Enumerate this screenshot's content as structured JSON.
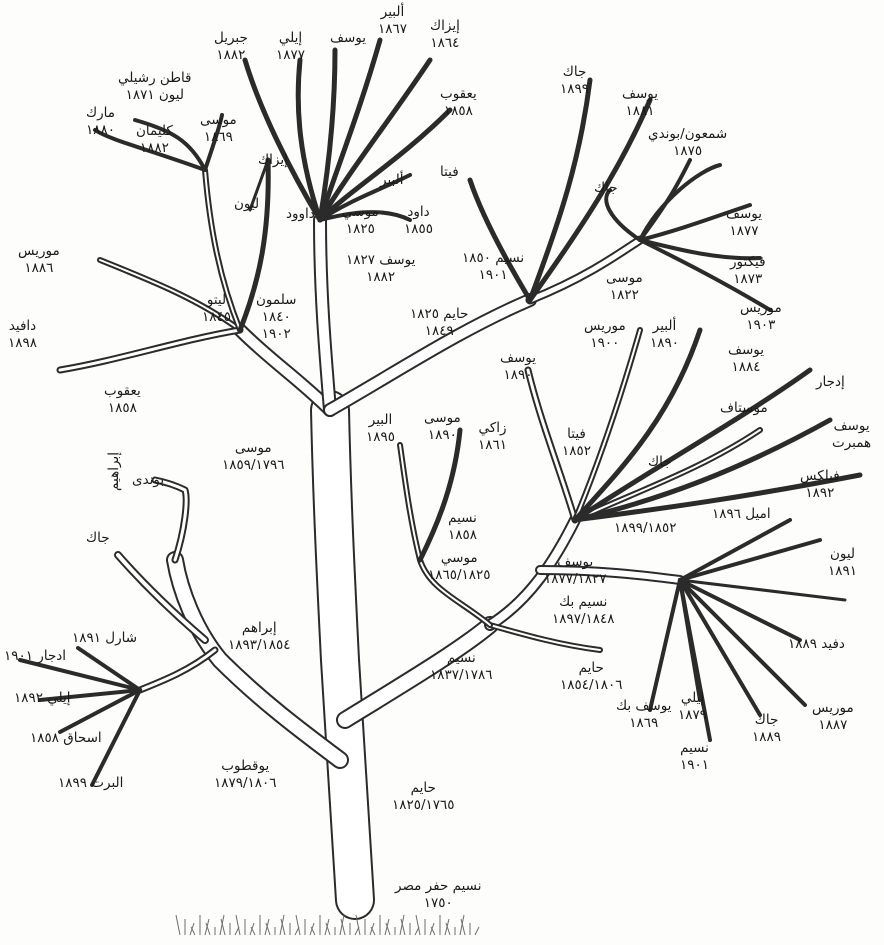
{
  "colors": {
    "ink": "#2b2b2b",
    "paper": "#fdfdfb",
    "ground": "#6d6d6d"
  },
  "people": {
    "root": {
      "name": "نسيم حفر مصر",
      "years": "١٧٥٠"
    },
    "hayim_trunk": {
      "name": "حايم",
      "years": "١٨٢٥/١٧٦٥"
    },
    "yoqtob": {
      "name": "يوقطوب",
      "years": "١٨٧٩/١٨٠٦"
    },
    "naseem_1837": {
      "name": "نسيم",
      "years": "١٨٣٧/١٧٨٦"
    },
    "hayim_1854": {
      "name": "حايم",
      "years": "١٨٥٤/١٨٠٦"
    },
    "ibrahim_1893": {
      "name": "إبراهم",
      "years": "١٨٩٣/١٨٥٤"
    },
    "shareel": {
      "name": "شارل ١٨٩١"
    },
    "edgar_1901": {
      "name": "ادجار ١٩٠١"
    },
    "ely_1892": {
      "name": "إيلي ١٨٩٢"
    },
    "ishaq_1858": {
      "name": "اسحاق ١٨٥٨"
    },
    "albert_1899": {
      "name": "البرت ١٨٩٩"
    },
    "jack_left": {
      "name": "جاك"
    },
    "bondi": {
      "name": "بوندى"
    },
    "ibrahim_rot": {
      "name": "إبراهيم"
    },
    "moussa_main": {
      "name": "موسى",
      "years": "١٨٥٩/١٧٩٦"
    },
    "yaqoub_1858": {
      "name": "يعقوب",
      "years": "١٨٥٨"
    },
    "david_1898": {
      "name": "دافيد",
      "years": "١٨٩٨"
    },
    "maurice_1886": {
      "name": "موريس",
      "years": "١٨٨٦"
    },
    "lito": {
      "name": "ليتو",
      "years": "١٨٤٥"
    },
    "salmon": {
      "name": "سلمون",
      "years": "١٨٤٠",
      "years2": "١٩٠٢"
    },
    "leon_up": {
      "name": "ليون"
    },
    "isaac_up": {
      "name": "إيزاك"
    },
    "marc": {
      "name": "مارك",
      "years": "١٨٨٠"
    },
    "clement": {
      "name": "كليمان",
      "years": "١٨٨٢"
    },
    "qatan": {
      "name": "قاطن رشيلي",
      "years": "ليون ١٨٧١"
    },
    "moussa_1869": {
      "name": "موسى",
      "years": "١٨٦٩"
    },
    "gabriel": {
      "name": "جبريل",
      "years": "١٨٨٢"
    },
    "ely_1877": {
      "name": "إيلي",
      "years": "١٨٧٧"
    },
    "youssef_top": {
      "name": "يوسف"
    },
    "albert_1867": {
      "name": "ألبير",
      "years": "١٨٦٧"
    },
    "isaac_1864": {
      "name": "إيزاك",
      "years": "١٨٦٤"
    },
    "yaqoub_top": {
      "name": "يعقوب",
      "years": "١٨٥٨"
    },
    "dawood": {
      "name": "داوود"
    },
    "moussa_1825": {
      "name": "موسي",
      "years": "١٨٢٥"
    },
    "albert_mid": {
      "name": "ألبير"
    },
    "fita_top": {
      "name": "فيتا"
    },
    "dawood_1855": {
      "name": "داود",
      "years": "١٨٥٥"
    },
    "youssef_1827": {
      "name": "يوسف ١٨٢٧",
      "years": "١٨٨٢"
    },
    "naseem_1850": {
      "name": "نسيم ١٨٥٠",
      "years": "١٩٠١"
    },
    "hayim_1825": {
      "name": "حايم ١٨٢٥",
      "years": "١٨٤٩"
    },
    "jack_1899": {
      "name": "جاك",
      "years": "١٨٩٩"
    },
    "youssef_1881": {
      "name": "يوسف",
      "years": "١٨٨١"
    },
    "shimon": {
      "name": "شمعون/بوندي",
      "years": "١٨٧٥"
    },
    "jack_right": {
      "name": "جاك"
    },
    "youssef_1877": {
      "name": "يوسف",
      "years": "١٨٧٧"
    },
    "victor": {
      "name": "فيكتور",
      "years": "١٨٧٣"
    },
    "moussa_1822": {
      "name": "موسى",
      "years": "١٨٢٢"
    },
    "maurice_1903": {
      "name": "موريس",
      "years": "١٩٠٣"
    },
    "maurice_1900": {
      "name": "موريس",
      "years": "١٩٠٠"
    },
    "albert_1890": {
      "name": "ألبير",
      "years": "١٨٩٠"
    },
    "youssef_1884": {
      "name": "يوسف",
      "years": "١٨٨٤"
    },
    "edgar_right": {
      "name": "إدجار"
    },
    "youssef_hum": {
      "name": "يوسف",
      "years": "همبرت"
    },
    "moustaf": {
      "name": "موستاف"
    },
    "youssef_1890": {
      "name": "يوسف",
      "years": "١٨٩٠"
    },
    "fita_1852": {
      "name": "فيتا",
      "years": "١٨٥٢"
    },
    "zaki": {
      "name": "زاكي",
      "years": "١٨٦١"
    },
    "moussa_1890": {
      "name": "موسى",
      "years": "١٨٩٠"
    },
    "albert_1895": {
      "name": "البير",
      "years": "١٨٩٥"
    },
    "naseem_1858": {
      "name": "نسيم",
      "years": "١٨٥٨"
    },
    "moussi_1865": {
      "name": "موسي",
      "years": "١٨٦٥/١٨٢٥"
    },
    "jack_mid": {
      "name": "جاك"
    },
    "emile": {
      "name": "اميل ١٨٩٦"
    },
    "felix": {
      "name": "فيلكس",
      "years": "١٨٩٢"
    },
    "jack_1899b": {
      "name": "١٨٩٩/١٨٥٢"
    },
    "youssef_1877b": {
      "name": "يوسف",
      "years": "١٨٧٧/١٨٢٧"
    },
    "naseem_bek": {
      "name": "نسيم بك",
      "years": "١٨٩٧/١٨٤٨"
    },
    "leon_1891": {
      "name": "ليون",
      "years": "١٨٩١"
    },
    "david_1889": {
      "name": "دفيد ١٨٨٩"
    },
    "maurice_1887": {
      "name": "موريس",
      "years": "١٨٨٧"
    },
    "jack_1889": {
      "name": "جاك",
      "years": "١٨٨٩"
    },
    "ely_1879": {
      "name": "إيلي",
      "years": "١٨٧٩"
    },
    "youssef_bek": {
      "name": "يوسف بك",
      "years": "١٨٦٩"
    },
    "naseem_1901": {
      "name": "نسيم",
      "years": "١٩٠١"
    }
  }
}
